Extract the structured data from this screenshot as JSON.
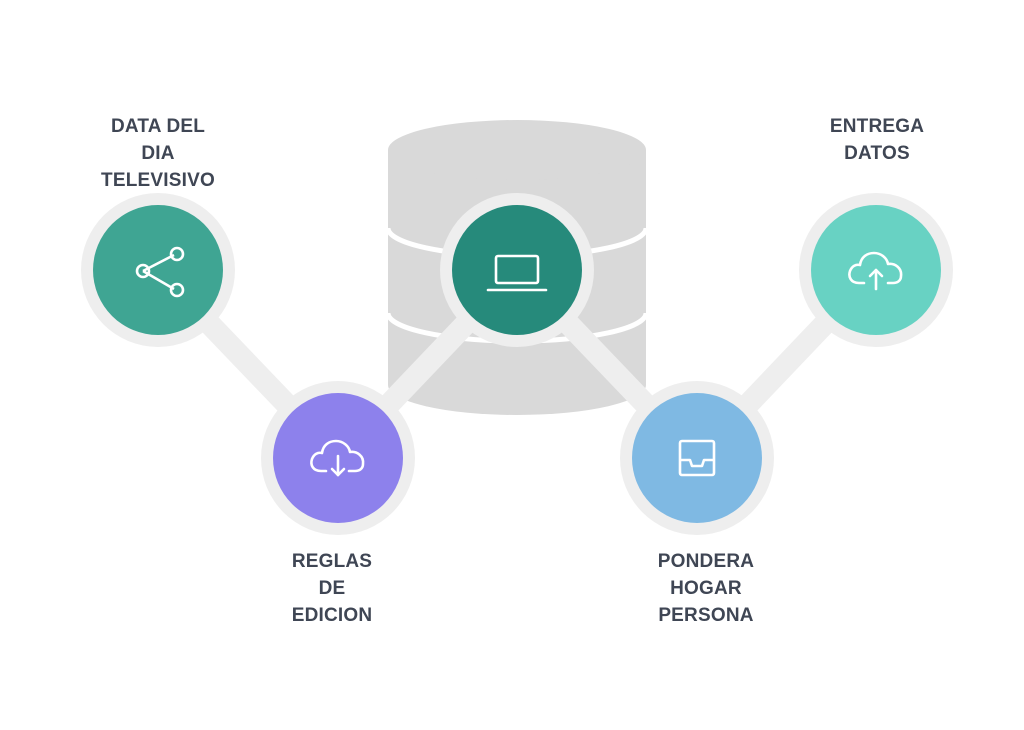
{
  "colors": {
    "background": "#ffffff",
    "connector": "#eeeeee",
    "database": "#d9d9d9",
    "ring": "#eeeeee",
    "text": "#3f4654",
    "icon": "#ffffff"
  },
  "database": {
    "icon": "database-cylinder-icon"
  },
  "nodes": [
    {
      "id": "center",
      "icon": "laptop-icon",
      "color": "#268a7b",
      "lines": []
    },
    {
      "id": "data-del-dia-televisivo",
      "icon": "share-icon",
      "color": "#3fa593",
      "lines": [
        "DATA DEL",
        "DIA",
        "TELEVISIVO"
      ]
    },
    {
      "id": "reglas-de-edicion",
      "icon": "cloud-download-icon",
      "color": "#8d81ec",
      "lines": [
        "REGLAS",
        "DE",
        "EDICION"
      ]
    },
    {
      "id": "pondera-hogar-persona",
      "icon": "inbox-tray-icon",
      "color": "#7fb9e3",
      "lines": [
        "PONDERA",
        "HOGAR",
        "PERSONA"
      ]
    },
    {
      "id": "entrega-datos",
      "icon": "cloud-upload-icon",
      "color": "#68d2c3",
      "lines": [
        "ENTREGA",
        "DATOS"
      ]
    }
  ]
}
